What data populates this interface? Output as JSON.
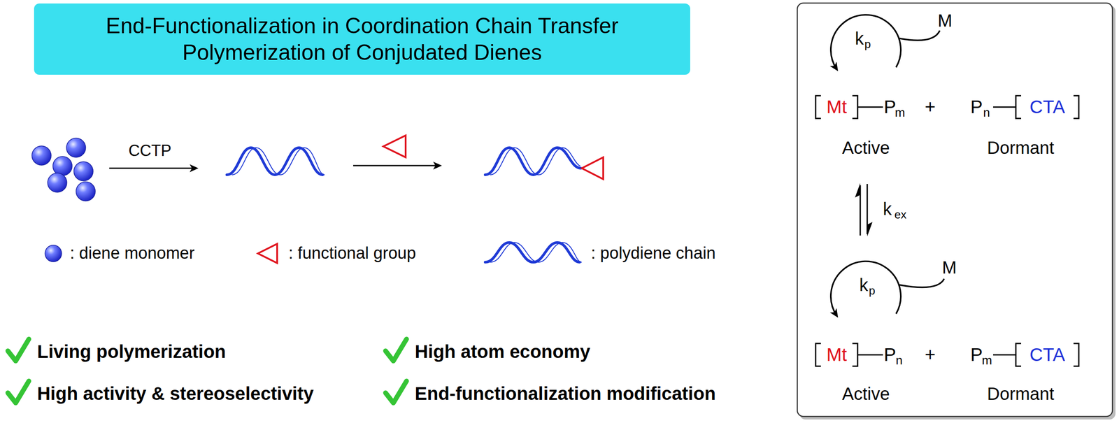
{
  "diagram": {
    "title": "End-Functionalization in Coordination Chain Transfer Polymerization of Conjudated Dienes",
    "labels": [
      "CCTP",
      "Living polymerization",
      "High atom economy",
      "High activity & stereoselectivity",
      "End-functionalization modification",
      "k",
      "p",
      "M",
      "Mt",
      "P",
      "m",
      "+",
      "P",
      "n",
      "CTA",
      "Active",
      "Dormant",
      "k",
      "ex",
      "k",
      "p",
      "M",
      "Mt",
      "P",
      "n",
      "+",
      "P",
      "m",
      "CTA",
      "Active",
      "Dormant"
    ],
    "legend": [
      {
        "text": ": diene monomer"
      },
      {
        "text": ": functional group"
      },
      {
        "text": ": polydiene chain"
      }
    ]
  }
}
